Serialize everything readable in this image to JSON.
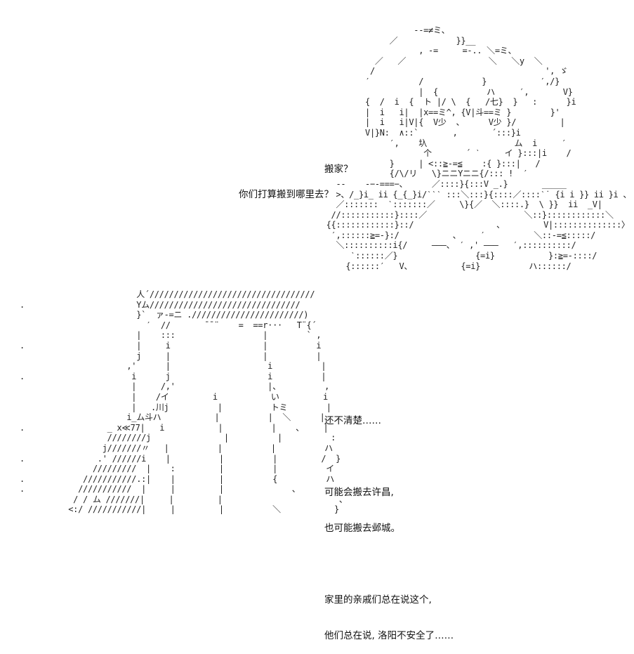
{
  "questions": {
    "moving": "搬家？",
    "where": "你们打算搬到哪里去？"
  },
  "reply": {
    "line1": "还不清楚……",
    "line2": "可能会搬去许昌,",
    "line3": "也可能搬去邺城。",
    "line4": "家里的亲戚们总在说这个,",
    "line5": "他们总在说, 洛阳不安全了……"
  },
  "art": {
    "figure": "                       --=≠ミ、\n                  ／            }}__\n                        , -=     =-.. ＼=ミ、\n               ／   ／                 ＼   ＼y  ＼\n              /                                   ', ゞ\n             ′          /            }           ′,/}\n                        |  {          ハ     ′,       V}\n             {  /  i  {  ト |/ \\  {   /七}  }   :      }i\n             |  i   i|  |x==ミ^, {V|斗==ミ }        }'\n             |  i   i|V|{  V少  、     V少 }/         |\n             V|}N:  ∧::`       ,       ´:::}i\n                  ′,    圦                  ム  i     ′\n                         个       ´ ˋ     イ }:::|i    /\n                  }     | <::≧-=≦    :{ }:::|   /\n                  {/\\/リ   \\}ニニYニニ{/::: !  ′\n       --    -−-===−、     ／::::}{:::V _.}       _____\n       >、/_}i_ ii {_{_}i/ˋˋˋ :::＼:::}{::::／::::ˋ˙ {i i }} ii }i 、\n       ／:::::::  ˋ:::::::／     \\}{／  ＼::::.}  \\ }}  ii  _V|\n      //:::::::::::}::::／                    ＼::}::::::::::::＼\n     {{::::::::::::}::/                 、        V|::::::::::::::〉\n      ′,::::::≧=-}:/           、    ′          ＼::-=≦:::::/\n       ＼::::::::::i{/     ―――、 ′ ,' ―――   ′,::::::::::/\n          ˋ::::::／}                {=i}           }:≧=-::::/\n         {::::::′   V、          {=i}          ハ::::::/",
    "table": "                        人´//////////////////////////////////\n.                       Yム///////////////////////////////\n                        }`  ァ-=ニ .///////////////////////)\n                          ′  //       ¯¯¨    =  ==r···   T¨{´\n                        |    :::                  |        ` ,\n.                       |     i                   |          i\n                        j     |                   |          |\n                      ,'      |                    i          |\n.                      i      j                    i          |\n                       |     /,'                   |、         ,\n                       |    /イ         i           い         i\n                       |   .川j          |          トミ        |\n                      i_ム斗ハ           |          |  ＼      |\n.                 _ x≪77|   i           |          |    、    |\n                  ////////j               |          |          :\n                 j///////〃   |          |          |          ハ\n.               .' //////i    |          |          |         /  }\n               /////////  |    :         |          |          イ\n.            ///////////.:|    |         |          {          ハ\n.           ///////////  |     |         |              、        、\n           / / ム ///////|     |         |                        、\n          <:/ ///////////|     |         |          ＼           }"
  }
}
